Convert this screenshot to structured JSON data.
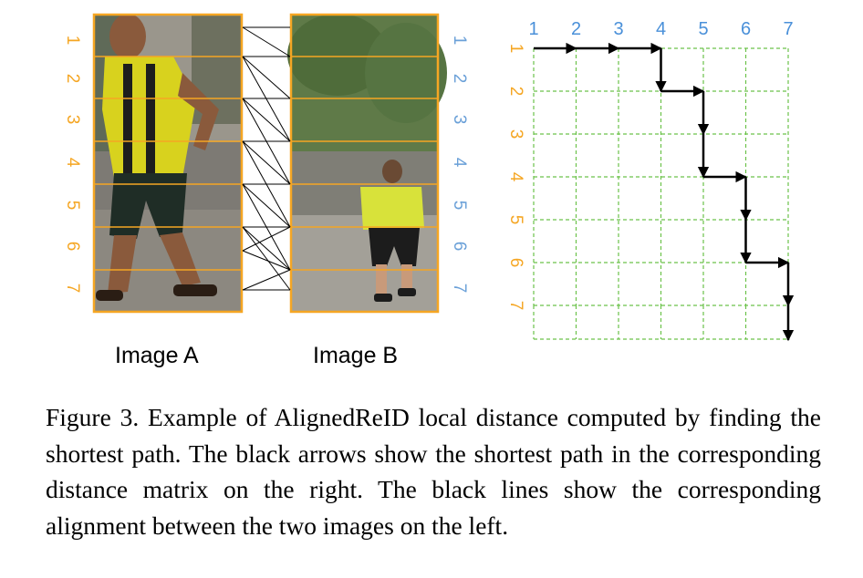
{
  "figure": {
    "image_a_label": "Image A",
    "image_b_label": "Image B",
    "stripe_numbers": [
      "1",
      "2",
      "3",
      "4",
      "5",
      "6",
      "7"
    ],
    "matrix_column_numbers": [
      "1",
      "2",
      "3",
      "4",
      "5",
      "6",
      "7"
    ],
    "matrix_row_numbers": [
      "1",
      "2",
      "3",
      "4",
      "5",
      "6",
      "7"
    ],
    "alignment_path": [
      [
        1,
        1
      ],
      [
        1,
        2
      ],
      [
        1,
        3
      ],
      [
        1,
        4
      ],
      [
        2,
        4
      ],
      [
        2,
        5
      ],
      [
        3,
        5
      ],
      [
        4,
        5
      ],
      [
        4,
        6
      ],
      [
        5,
        6
      ],
      [
        6,
        6
      ],
      [
        6,
        7
      ],
      [
        7,
        7
      ]
    ],
    "colors": {
      "image_a_stripes": "#f5a623",
      "image_b_stripes": "#f5a623",
      "image_b_numbers": "#6aa0d8",
      "matrix_column_numbers": "#4a90d9",
      "matrix_row_numbers": "#f5a623",
      "grid": "#6cc24a",
      "path": "#000000"
    }
  },
  "caption": "Figure 3. Example of AlignedReID local distance computed by finding the shortest path. The black arrows show the shortest path in the corresponding distance matrix on the right. The black lines show the corresponding alignment between the two images on the left."
}
